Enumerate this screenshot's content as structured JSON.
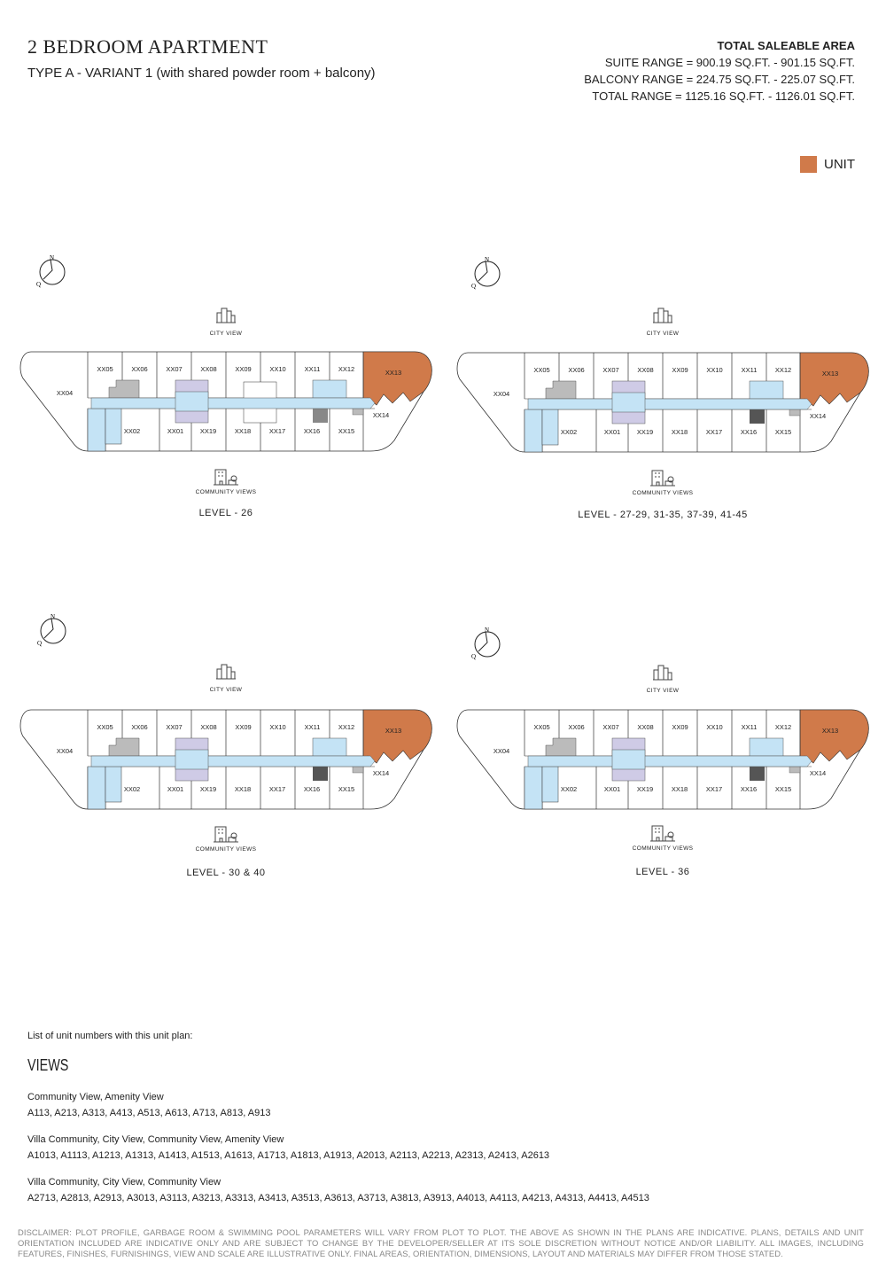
{
  "header": {
    "title": "2 BEDROOM APARTMENT",
    "subtitle": "TYPE A - VARIANT 1 (with shared powder room + balcony)"
  },
  "area": {
    "heading": "TOTAL SALEABLE AREA",
    "suite": "SUITE RANGE = 900.19 SQ.FT. - 901.15 SQ.FT.",
    "balcony": "BALCONY RANGE = 224.75 SQ.FT. - 225.07 SQ.FT.",
    "total": "TOTAL RANGE = 1125.16 SQ.FT. - 1126.01 SQ.FT."
  },
  "legend": {
    "label": "UNIT",
    "color": "#d07a4a"
  },
  "compass": {
    "north": "N",
    "other": "Q"
  },
  "view_labels": {
    "top": "CITY VIEW",
    "bottom": "COMMUNITY VIEWS"
  },
  "units": {
    "top_row": [
      "XX05",
      "XX06",
      "XX07",
      "XX08",
      "XX09",
      "XX10",
      "XX11",
      "XX12"
    ],
    "bottom_row": [
      "XX02",
      "XX01",
      "XX19",
      "XX18",
      "XX17",
      "XX16",
      "XX15"
    ],
    "left": "XX04",
    "highlight": "XX13",
    "right": "XX14"
  },
  "plans": [
    {
      "level": "LEVEL - 26"
    },
    {
      "level": "LEVEL - 27-29, 31-35, 37-39, 41-45"
    },
    {
      "level": "LEVEL - 30 & 40"
    },
    {
      "level": "LEVEL - 36"
    }
  ],
  "list": {
    "intro": "List of unit numbers with this unit plan:",
    "heading": "VIEWS",
    "groups": [
      {
        "title": "Community View, Amenity View",
        "units": "A113, A213, A313, A413, A513, A613, A713, A813, A913"
      },
      {
        "title": "Villa Community, City View, Community View, Amenity View",
        "units": "A1013, A1113, A1213, A1313, A1413, A1513, A1613, A1713, A1813, A1913, A2013, A2113, A2213, A2313, A2413, A2613"
      },
      {
        "title": "Villa Community, City View, Community View",
        "units": "A2713, A2813, A2913, A3013, A3113, A3213, A3313, A3413, A3513, A3613, A3713, A3813, A3913, A4013, A4113, A4213, A4313, A4413, A4513"
      }
    ]
  },
  "disclaimer": "DISCLAIMER: PLOT PROFILE, GARBAGE ROOM & SWIMMING POOL PARAMETERS WILL VARY FROM PLOT TO PLOT. THE ABOVE AS SHOWN IN THE PLANS ARE INDICATIVE. PLANS, DETAILS AND UNIT ORIENTATION INCLUDED ARE INDICATIVE ONLY AND ARE SUBJECT TO CHANGE BY THE DEVELOPER/SELLER AT ITS SOLE DISCRETION WITHOUT NOTICE AND/OR LIABILITY. ALL IMAGES, INCLUDING FEATURES, FINISHES, FURNISHINGS, VIEW AND SCALE ARE ILLUSTRATIVE ONLY. FINAL AREAS, ORIENTATION, DIMENSIONS, LAYOUT AND MATERIALS MAY DIFFER FROM THOSE STATED."
}
